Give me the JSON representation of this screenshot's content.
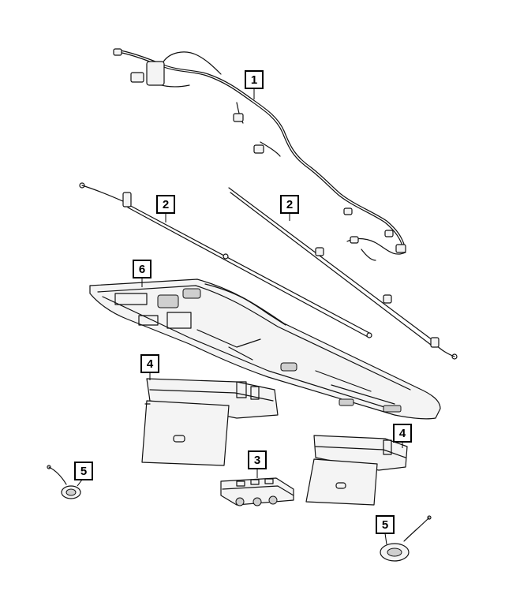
{
  "callouts": [
    {
      "id": "c1",
      "label": "1"
    },
    {
      "id": "c2a",
      "label": "2"
    },
    {
      "id": "c2b",
      "label": "2"
    },
    {
      "id": "c6",
      "label": "6"
    },
    {
      "id": "c4a",
      "label": "4"
    },
    {
      "id": "c4b",
      "label": "4"
    },
    {
      "id": "c3",
      "label": "3"
    },
    {
      "id": "c5a",
      "label": "5"
    },
    {
      "id": "c5b",
      "label": "5"
    }
  ],
  "parts": [
    {
      "callout": "1",
      "icon": "wiring-harness-icon"
    },
    {
      "callout": "2",
      "icon": "wire-rod-icon"
    },
    {
      "callout": "6",
      "icon": "overhead-console-icon"
    },
    {
      "callout": "4",
      "icon": "flip-down-screen-icon"
    },
    {
      "callout": "3",
      "icon": "switch-module-icon"
    },
    {
      "callout": "5",
      "icon": "speaker-sensor-icon"
    }
  ],
  "colors": {
    "line": "#111111",
    "background": "#ffffff",
    "fill": "#f4f4f4"
  }
}
